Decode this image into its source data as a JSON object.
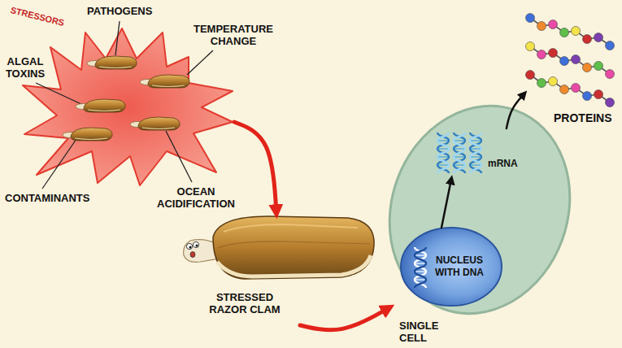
{
  "diagram": {
    "nodes": [
      {
        "text": [
          "STRESSORS"
        ]
      },
      {
        "text": [
          "STRESSED RAZOR CLAM"
        ]
      },
      {
        "text": [
          "SINGLE CELL"
        ]
      },
      {
        "text": [
          "NUCLEUS WITH DNA"
        ],
        "in": 2
      },
      {
        "text": [
          "mRNA"
        ],
        "in": 2
      },
      {
        "text": [
          "PROTEINS"
        ]
      }
    ],
    "edges": [
      {
        "from": 0,
        "to": 1,
        "arrow": "to"
      },
      {
        "from": 1,
        "to": 2,
        "arrow": "to"
      },
      {
        "from": 3,
        "to": 4,
        "arrow": "to"
      },
      {
        "from": 4,
        "to": 5,
        "arrow": "to"
      }
    ],
    "labels": [
      "PATHOGENS",
      "TEMPERATURE CHANGE",
      "ALGAL TOXINS",
      "OCEAN ACIDIFICATION",
      "CONTAMINANTS"
    ]
  }
}
